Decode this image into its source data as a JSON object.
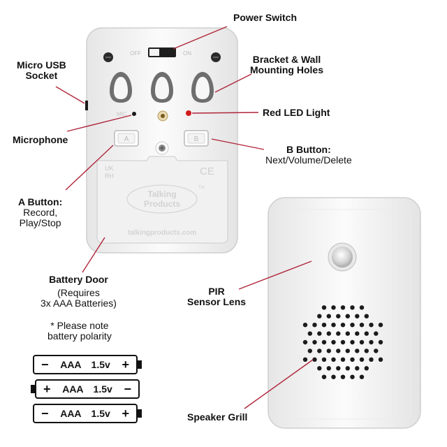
{
  "labels": {
    "power_switch": "Power Switch",
    "micro_usb_1": "Micro USB",
    "micro_usb_2": "Socket",
    "bracket_1": "Bracket & Wall",
    "bracket_2": "Mounting Holes",
    "red_led": "Red LED Light",
    "microphone": "Microphone",
    "b_button_title": "B Button:",
    "b_button_desc": "Next/Volume/Delete",
    "a_button_title": "A Button:",
    "a_button_desc_1": "Record,",
    "a_button_desc_2": "Play/Stop",
    "battery_door_title": "Battery Door",
    "battery_door_desc_1": "(Requires",
    "battery_door_desc_2": "3x AAA Batteries)",
    "note_1": "* Please note",
    "note_2": "battery polarity",
    "pir_1": "PIR",
    "pir_2": "Sensor Lens",
    "speaker_grill": "Speaker Grill"
  },
  "device_back": {
    "switch_off": "OFF",
    "switch_on": "ON",
    "mic_text": "MIC",
    "a_key": "A",
    "b_key": "B",
    "door_text_1": "UK",
    "door_text_2": "RH",
    "ce_mark": "CE",
    "logo_1": "Talking",
    "logo_2": "Products",
    "logo_tm": "TM",
    "website": "talkingproducts.com"
  },
  "batteries": [
    {
      "left": "−",
      "type": "AAA",
      "voltage": "1.5v",
      "right": "+"
    },
    {
      "left": "+",
      "type": "AAA",
      "voltage": "1.5v",
      "right": "−"
    },
    {
      "left": "−",
      "type": "AAA",
      "voltage": "1.5v",
      "right": "+"
    }
  ],
  "colors": {
    "leader_line": "#b0253a",
    "led": "#d11a1a",
    "device_body": "#f4f4f4"
  }
}
